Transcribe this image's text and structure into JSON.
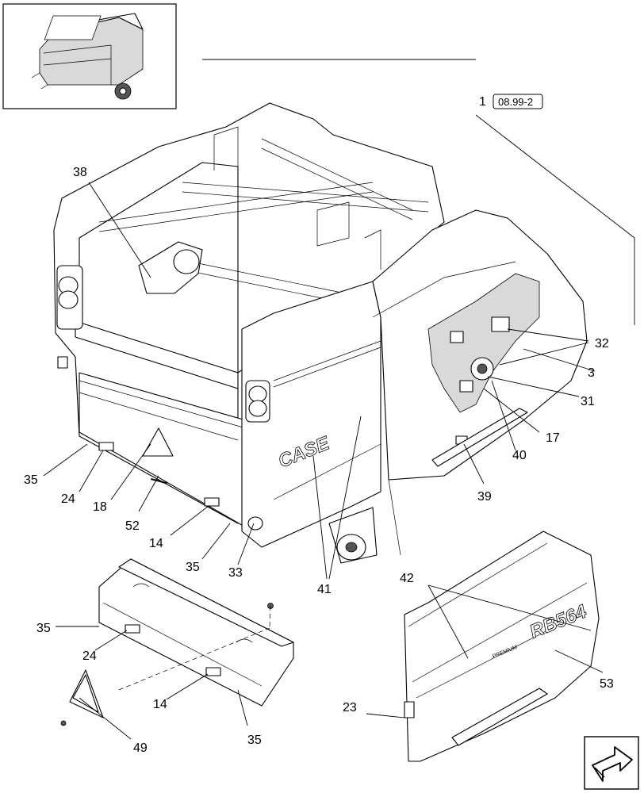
{
  "diagram": {
    "reference": {
      "number": "1",
      "box_text": "08.99-2"
    },
    "callouts": [
      {
        "id": "c38",
        "text": "38"
      },
      {
        "id": "c32",
        "text": "32"
      },
      {
        "id": "c3",
        "text": "3"
      },
      {
        "id": "c31",
        "text": "31"
      },
      {
        "id": "c17",
        "text": "17"
      },
      {
        "id": "c40",
        "text": "40"
      },
      {
        "id": "c39",
        "text": "39"
      },
      {
        "id": "c35a",
        "text": "35"
      },
      {
        "id": "c24a",
        "text": "24"
      },
      {
        "id": "c18",
        "text": "18"
      },
      {
        "id": "c52",
        "text": "52"
      },
      {
        "id": "c14a",
        "text": "14"
      },
      {
        "id": "c35b",
        "text": "35"
      },
      {
        "id": "c33",
        "text": "33"
      },
      {
        "id": "c41",
        "text": "41"
      },
      {
        "id": "c42",
        "text": "42"
      },
      {
        "id": "c35c",
        "text": "35"
      },
      {
        "id": "c24b",
        "text": "24"
      },
      {
        "id": "c14b",
        "text": "14"
      },
      {
        "id": "c35d",
        "text": "35"
      },
      {
        "id": "c49",
        "text": "49"
      },
      {
        "id": "c23",
        "text": "23"
      },
      {
        "id": "c53",
        "text": "53"
      }
    ],
    "decals": {
      "brand": "CASE",
      "model": "RB564",
      "badge": "PREMIUM"
    },
    "nav_icon": "next-page-arrow-icon"
  }
}
